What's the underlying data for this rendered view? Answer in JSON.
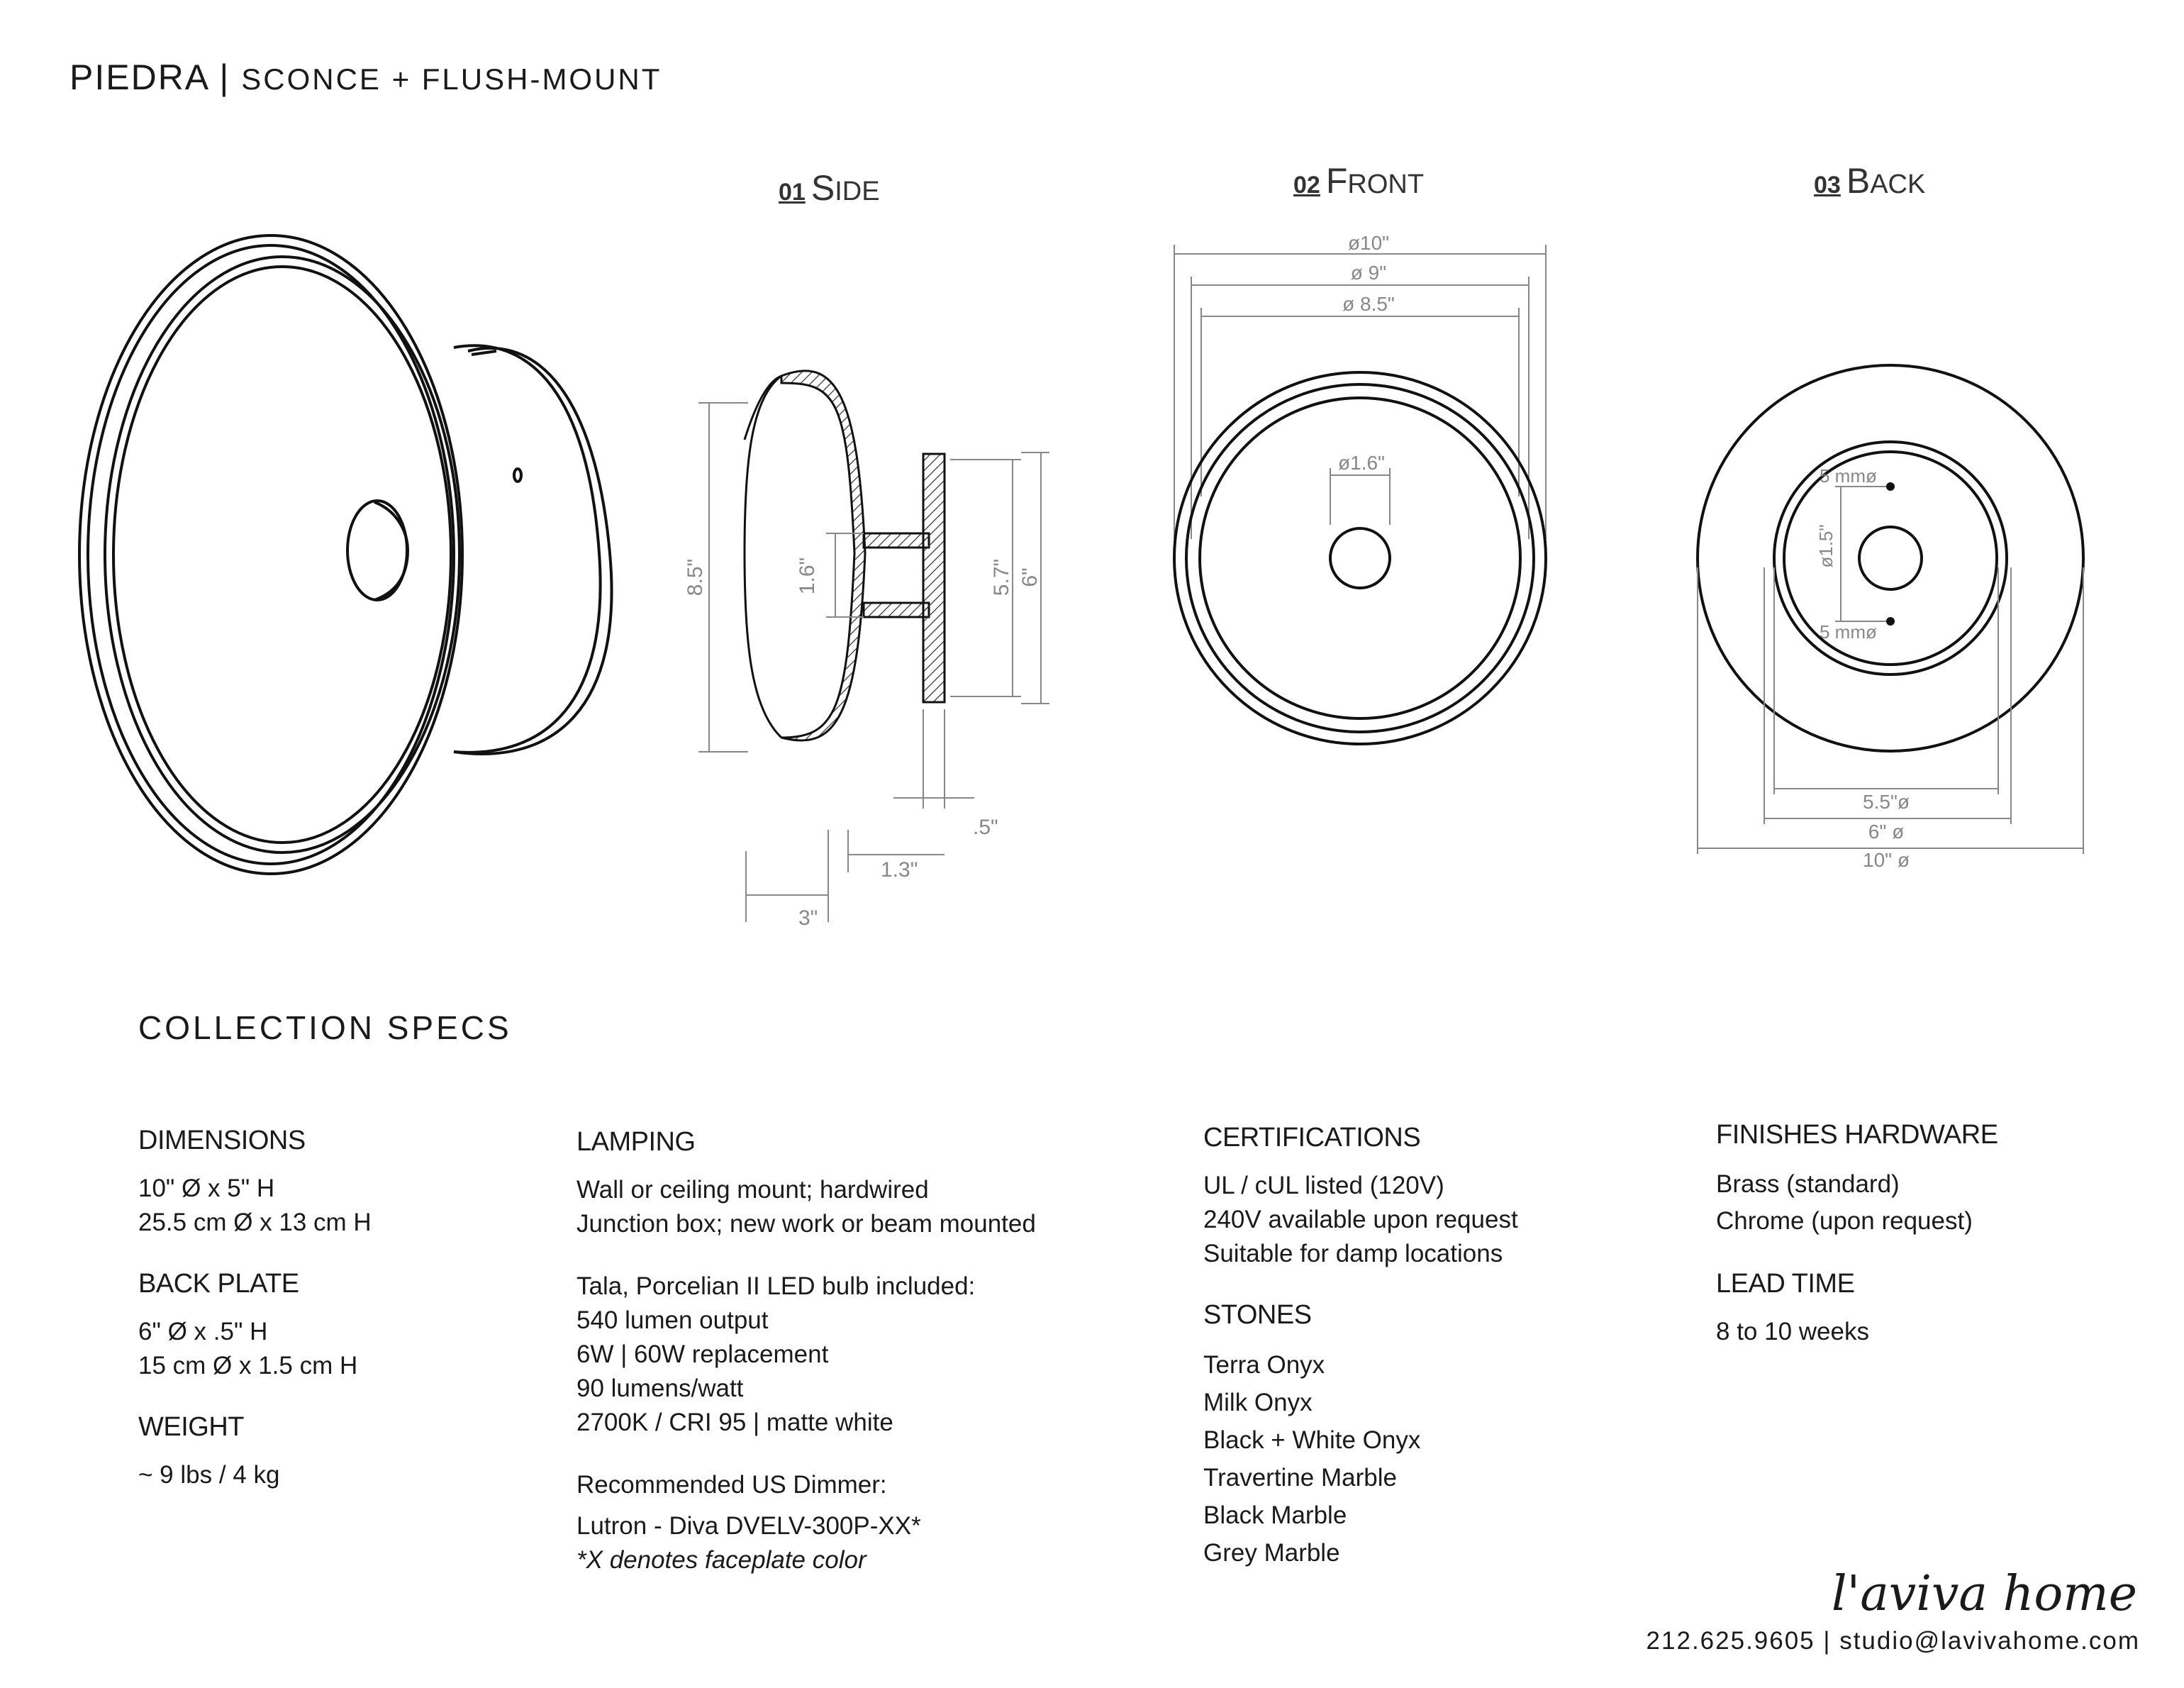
{
  "header": {
    "product": "PIEDRA",
    "separator": "|",
    "subtitle": "SCONCE + FLUSH-MOUNT"
  },
  "views": [
    {
      "num": "01",
      "cap": "S",
      "rest": "IDE"
    },
    {
      "num": "02",
      "cap": "F",
      "rest": "RONT"
    },
    {
      "num": "03",
      "cap": "B",
      "rest": "ACK"
    }
  ],
  "side_dims": {
    "d1": "8.5\"",
    "d2": "1.6\"",
    "d3": "5.7\"",
    "d4": "6\"",
    "d5": ".5\"",
    "d6": "1.3\"",
    "d7": "3\""
  },
  "front_dims": {
    "d1": "ø10\"",
    "d2": "ø 9\"",
    "d3": "ø 8.5\"",
    "d4": "ø1.6\""
  },
  "back_dims": {
    "d1": "5 mmø",
    "d2": "ø1.5\"",
    "d3": "5 mmø",
    "d4": "5.5\"ø",
    "d5": "6\" ø",
    "d6": "10\"  ø"
  },
  "specs": {
    "title": "COLLECTION SPECS",
    "dimensions": {
      "heading": "DIMENSIONS",
      "lines": [
        "10\" Ø  x  5\" H",
        "25.5 cm Ø x 13 cm  H"
      ]
    },
    "back_plate": {
      "heading": "BACK PLATE",
      "lines": [
        "6\" Ø  x  .5\" H",
        "15 cm Ø x 1.5 cm  H"
      ]
    },
    "weight": {
      "heading": "WEIGHT",
      "lines": [
        "~ 9 lbs / 4 kg"
      ]
    },
    "lamping": {
      "heading": "LAMPING",
      "mount_lines": [
        "Wall or ceiling mount; hardwired",
        "Junction box; new work or beam mounted"
      ],
      "bulb_lines": [
        "Tala, Porcelian II LED bulb included:",
        "540 lumen output",
        "6W | 60W replacement",
        "90 lumens/watt",
        "2700K / CRI 95 | matte white"
      ],
      "dimmer_heading": "Recommended US Dimmer:",
      "dimmer_model": "Lutron - Diva DVELV-300P-XX*",
      "dimmer_note": "*X denotes faceplate color"
    },
    "certifications": {
      "heading": "CERTIFICATIONS",
      "lines": [
        "UL / cUL listed (120V)",
        "240V available upon request",
        "Suitable for damp locations"
      ]
    },
    "stones": {
      "heading": "STONES",
      "lines": [
        "Terra Onyx",
        "Milk Onyx",
        "Black + White Onyx",
        "Travertine Marble",
        "Black Marble",
        "Grey Marble"
      ]
    },
    "finishes": {
      "heading": "FINISHES HARDWARE",
      "lines": [
        "Brass (standard)",
        "Chrome (upon request)"
      ]
    },
    "lead_time": {
      "heading": "LEAD TIME",
      "lines": [
        "8 to 10 weeks"
      ]
    }
  },
  "footer": {
    "logo": "l'aviva home",
    "contact": "212.625.9605 | studio@lavivahome.com"
  }
}
